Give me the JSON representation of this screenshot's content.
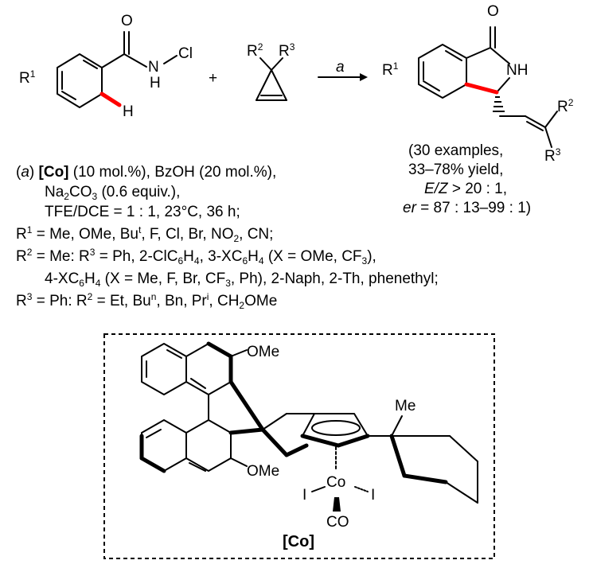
{
  "scheme": {
    "substrate_amide": {
      "r1": "R",
      "r1_sup": "1",
      "o": "O",
      "n": "N",
      "h": "H",
      "cl": "Cl",
      "arene_h": "H"
    },
    "plus": "+",
    "cyclopropene": {
      "r2": "R",
      "r2_sup": "2",
      "r3": "R",
      "r3_sup": "3"
    },
    "arrow_label": "a",
    "product": {
      "r1": "R",
      "r1_sup": "1",
      "o": "O",
      "nh": "NH",
      "r2": "R",
      "r2_sup": "2",
      "r3": "R",
      "r3_sup": "3"
    }
  },
  "product_summary": {
    "line1": "(30 examples,",
    "line2": "33–78% yield,",
    "line3_ez": "E/Z",
    "line3_rest": " > 20 : 1,",
    "line4_er": "er",
    "line4_rest": " = 87 : 13–99 : 1)"
  },
  "conditions": {
    "label_a": "a",
    "catalyst": "[Co]",
    "line1_rest": " (10 mol.%), BzOH (20 mol.%),",
    "line2_pre": "Na",
    "line2_sub1": "2",
    "line2_mid": "CO",
    "line2_sub2": "3",
    "line2_post": " (0.6 equiv.),",
    "line3": "TFE/DCE = 1 : 1, 23°C, 36 h;"
  },
  "substituents": {
    "r1_line": "= Me, OMe, Bu",
    "r1_line_sup": "t",
    "r1_line_rest": ", F, Cl, Br, NO",
    "r1_line_sub": "2",
    "r1_line_end": ", CN;",
    "r2_line_a": "= Me: R",
    "r2_line_b": " = Ph, 2-ClC",
    "r2_line_c": "H",
    "r2_line_d": ", 3-XC",
    "r2_line_e": "H",
    "r2_line_f": " (X = OMe, CF",
    "r2_line_g": "),",
    "r2_line2_a": "4-XC",
    "r2_line2_b": "H",
    "r2_line2_c": " (X = Me, F, Br, CF",
    "r2_line2_d": ", Ph), 2-Naph, 2-Th, phenethyl;",
    "r3_line_a": "= Ph: R",
    "r3_line_b": " = Et, Bu",
    "r3_line_c": "n",
    "r3_line_d": ", Bn, Pr",
    "r3_line_e": "i",
    "r3_line_f": ", CH",
    "r3_line_g": "OMe"
  },
  "catalyst_box": {
    "ome_top": "OMe",
    "ome_bottom": "OMe",
    "me": "Me",
    "co": "Co",
    "i_left": "I",
    "i_right": "I",
    "carbonyl": "CO",
    "label": "[Co]"
  }
}
